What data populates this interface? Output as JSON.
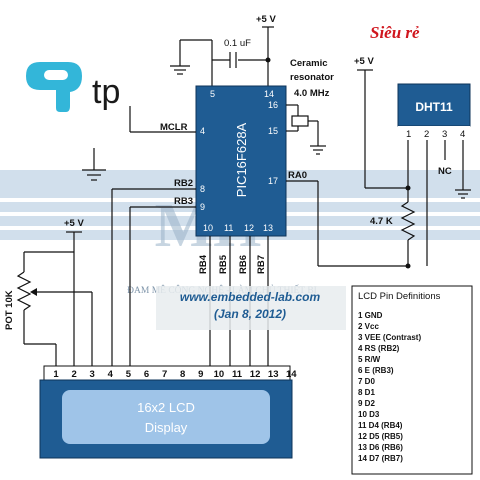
{
  "brand": {
    "logo_text": "tp",
    "tagline": "Siêu rẻ"
  },
  "supply": {
    "vcc_top": "+5 V",
    "vcc_right": "+5 V",
    "vcc_left": "+5 V"
  },
  "capacitor": {
    "label": "0.1 uF"
  },
  "resonator": {
    "label_line1": "Ceramic",
    "label_line2": "resonator",
    "label_line3": "4.0 MHz"
  },
  "mcu": {
    "name": "PIC16F628A",
    "pins": {
      "p5": "5",
      "p14": "14",
      "p16": "16",
      "p15": "15",
      "p4": "4",
      "p8": "8",
      "p9": "9",
      "p17": "17",
      "p10": "10",
      "p11": "11",
      "p12": "12",
      "p13": "13"
    },
    "signals": {
      "mclr": "MCLR",
      "rb2": "RB2",
      "rb3": "RB3",
      "ra0": "RA0"
    }
  },
  "bus_labels": [
    "RB4",
    "RB5",
    "RB6",
    "RB7"
  ],
  "sensor": {
    "name": "DHT11",
    "pins": [
      "1",
      "2",
      "3",
      "4"
    ],
    "nc": "NC"
  },
  "resistor": {
    "label": "4.7 K"
  },
  "pot": {
    "label": "POT 10K"
  },
  "watermark": {
    "logo": "MH",
    "slogan": "ĐAM MÊ CÔNG NGHỆ - LÀM CHỦ THIẾT BỊ"
  },
  "credit": {
    "url": "www.embedded-lab.com",
    "date": "(Jan 8, 2012)"
  },
  "lcd": {
    "line1": "16x2 LCD",
    "line2": "Display",
    "pins": [
      "1",
      "2",
      "3",
      "4",
      "5",
      "6",
      "7",
      "8",
      "9",
      "10",
      "11",
      "12",
      "13",
      "14"
    ]
  },
  "pin_defs": {
    "title": "LCD Pin Definitions",
    "items": [
      "1 GND",
      "2 Vcc",
      "3 VEE (Contrast)",
      "4 RS (RB2)",
      "5 R/W",
      "6 E (RB3)",
      "7 D0",
      "8 D1",
      "9 D2",
      "10 D3",
      "11 D4 (RB4)",
      "12 D5 (RB5)",
      "13 D6 (RB6)",
      "14 D7 (RB7)"
    ]
  },
  "colors": {
    "mcu_fill": "#1f5c93",
    "sensor_fill": "#1f5c93",
    "lcd_fill": "#1f5c93",
    "lcd_screen": "#9fc4e8",
    "brand_blue": "#33b6d9",
    "tagline_red": "#d0151d",
    "watermark_band": "#b7cde0"
  }
}
